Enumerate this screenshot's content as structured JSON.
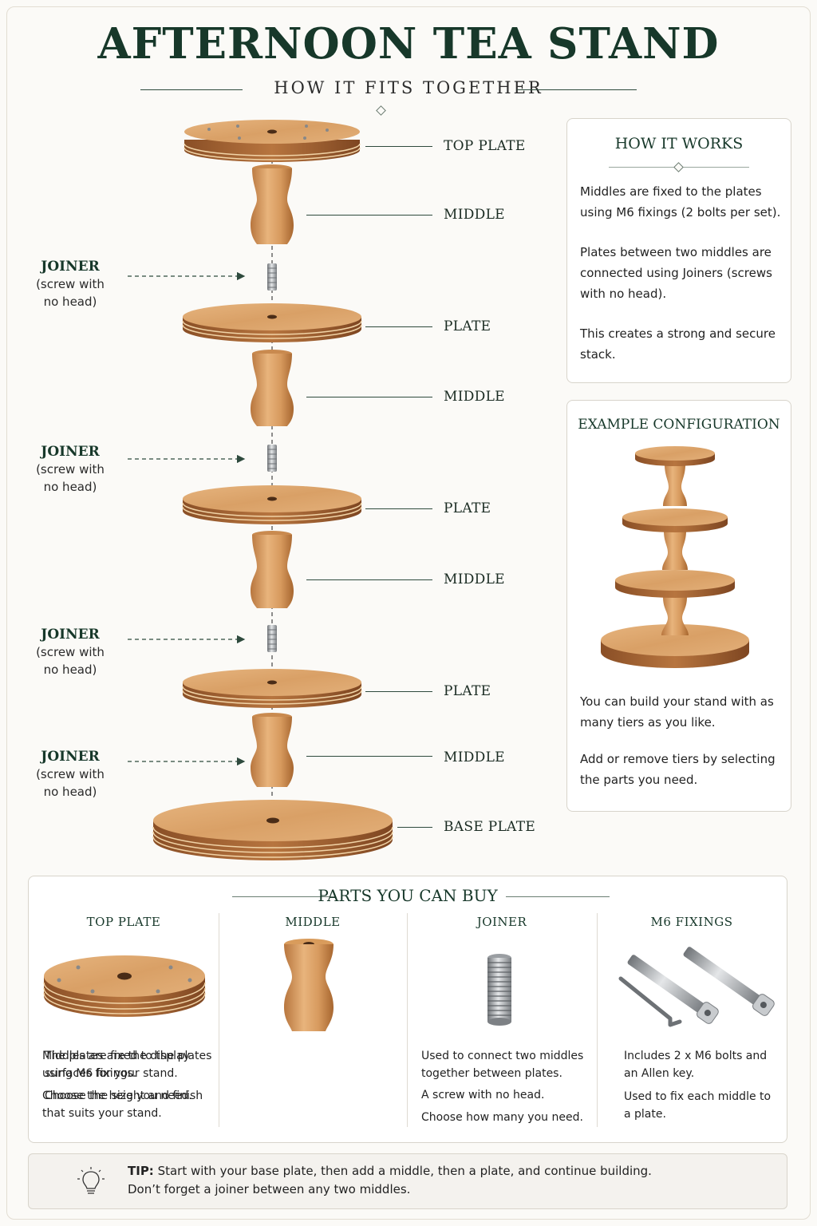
{
  "title": "AFTERNOON TEA STAND",
  "subtitle": "HOW IT FITS TOGETHER",
  "diagram": {
    "labels": {
      "top_plate": "TOP PLATE",
      "middle": "MIDDLE",
      "plate": "PLATE",
      "base_plate": "BASE PLATE"
    },
    "joiner": {
      "title": "JOINER",
      "line1": "(screw with",
      "line2": "no head)"
    }
  },
  "how_it_works": {
    "title": "HOW IT WORKS",
    "p1": "Middles are fixed to the plates using M6 fixings (2 bolts per set).",
    "p2": "Plates between two middles are connected using Joiners (screws with no head).",
    "p3": "This creates a strong and secure stack."
  },
  "example": {
    "title": "EXAMPLE CONFIGURATION",
    "p1": "You can build your stand with as many tiers as you like.",
    "p2": "Add or remove tiers by selecting the parts you need."
  },
  "parts": {
    "title": "PARTS YOU CAN BUY",
    "cols": [
      {
        "title": "TOP PLATE",
        "t1": "The plates are the display surfaces for your stand.",
        "t2": "Choose the size you need."
      },
      {
        "title": "MIDDLE",
        "t1": "Middles are fixed to the plates using M6 fixings.",
        "t2": "Choose the height and finish that suits your stand."
      },
      {
        "title": "JOINER",
        "t1": "Used to connect two middles together between plates.",
        "t2": "A screw with no head.",
        "t3": "Choose how many you need."
      },
      {
        "title": "M6 FIXINGS",
        "t1": "Includes 2 x M6 bolts and an Allen key.",
        "t2": "Used to fix each middle to a plate."
      }
    ]
  },
  "tip": {
    "label": "TIP:",
    "line1": " Start with your base plate, then add a middle, then a plate, and continue building.",
    "line2": "Don’t forget a joiner between any two middles."
  },
  "colors": {
    "accent": "#17382a",
    "wood": "#d9a36b",
    "wood_dark": "#a8683a",
    "steel": "#b9bcbf"
  },
  "icons": [
    "lightbulb-icon"
  ]
}
